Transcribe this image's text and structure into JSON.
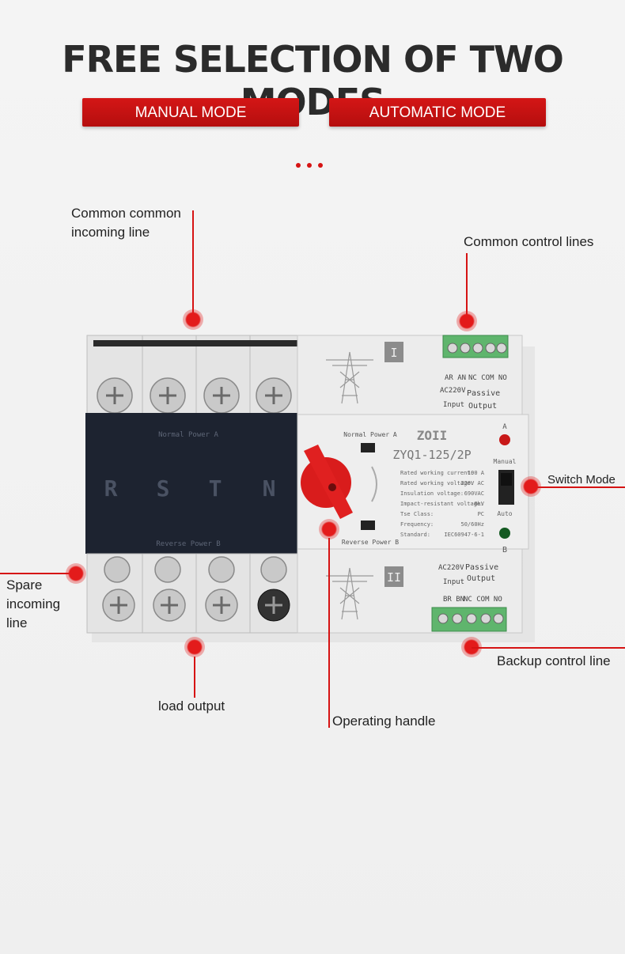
{
  "title": "FREE SELECTION OF TWO MODES",
  "modes": {
    "manual": "MANUAL MODE",
    "automatic": "AUTOMATIC MODE"
  },
  "callouts": {
    "incoming_line_1": "Common common",
    "incoming_line_2": "incoming line",
    "control_lines": "Common control lines",
    "switch_mode": "Switch Mode",
    "spare_1": "Spare",
    "spare_2": "incoming",
    "spare_3": "line",
    "backup_control": "Backup control line",
    "load_output": "load output",
    "handle": "Operating handle"
  },
  "device": {
    "cover_top": "Normal Power A",
    "cover_bottom": "Reverse Power B",
    "phases": [
      "R",
      "S",
      "T",
      "N"
    ],
    "brand": "ZOII",
    "model": "ZYQ1-125/2P",
    "panel_normal": "Normal Power A",
    "panel_reverse": "Reverse Power B",
    "roman_1": "I",
    "roman_2": "II",
    "top_terminals": [
      "AR AN",
      "NC COM NO"
    ],
    "top_ac": "AC220V",
    "top_input": "Input",
    "top_passive": "Passive",
    "top_output": "Output",
    "bottom_ac": "AC220V",
    "bottom_input": "Input",
    "bottom_passive": "Passive",
    "bottom_output": "Output",
    "bottom_terminals": [
      "BR BN",
      "NC COM NO"
    ],
    "indicator_a": "A",
    "indicator_b": "B",
    "manual": "Manual",
    "auto": "Auto",
    "specs": [
      {
        "k": "Rated working current:",
        "v": "100 A"
      },
      {
        "k": "Rated working voltage:",
        "v": "220V AC"
      },
      {
        "k": "Insulation voltage:",
        "v": "690VAC"
      },
      {
        "k": "Impact-resistant voltage:",
        "v": "8kV"
      },
      {
        "k": "Tse Class:",
        "v": "PC"
      },
      {
        "k": "Frequency:",
        "v": "50/60Hz"
      },
      {
        "k": "Standard:",
        "v": "IEC60947-6-1"
      }
    ]
  },
  "colors": {
    "accent": "#d61313",
    "cover": "#1d2330",
    "terminal": "#5fb56d"
  }
}
